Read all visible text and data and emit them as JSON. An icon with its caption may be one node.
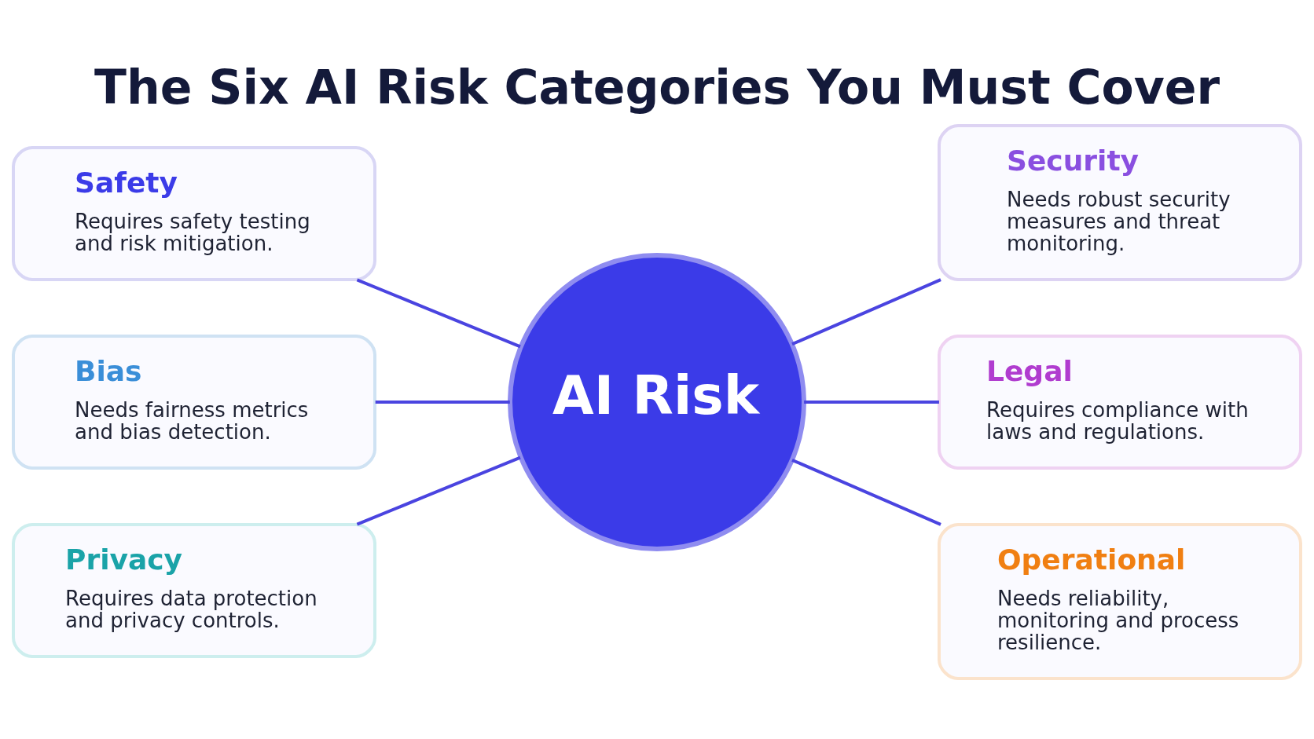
{
  "diagram": {
    "title": "The Six AI Risk Categories You Must Cover",
    "nodes": [
      {
        "text": [
          "Safety",
          "Requires safety testing and risk mitigation."
        ]
      },
      {
        "text": [
          "Security",
          "Needs robust security measures and threat monitoring."
        ]
      },
      {
        "text": [
          "Bias",
          "Needs fairness metrics and bias detection."
        ]
      },
      {
        "text": [
          "AI Risk"
        ]
      },
      {
        "text": [
          "Legal",
          "Requires compliance with laws and regulations."
        ]
      },
      {
        "text": [
          "Privacy",
          "Requires data protection and privacy controls."
        ]
      },
      {
        "text": [
          "Operational",
          "Needs reliability, monitoring and process resilience."
        ]
      }
    ],
    "edges": [
      {
        "from": 0,
        "to": 3,
        "arrow": "none"
      },
      {
        "from": 3,
        "to": 1,
        "arrow": "none"
      },
      {
        "from": 2,
        "to": 3,
        "arrow": "none"
      },
      {
        "from": 3,
        "to": 4,
        "arrow": "none"
      },
      {
        "from": 5,
        "to": 3,
        "arrow": "none"
      },
      {
        "from": 3,
        "to": 6,
        "arrow": "none"
      }
    ]
  }
}
